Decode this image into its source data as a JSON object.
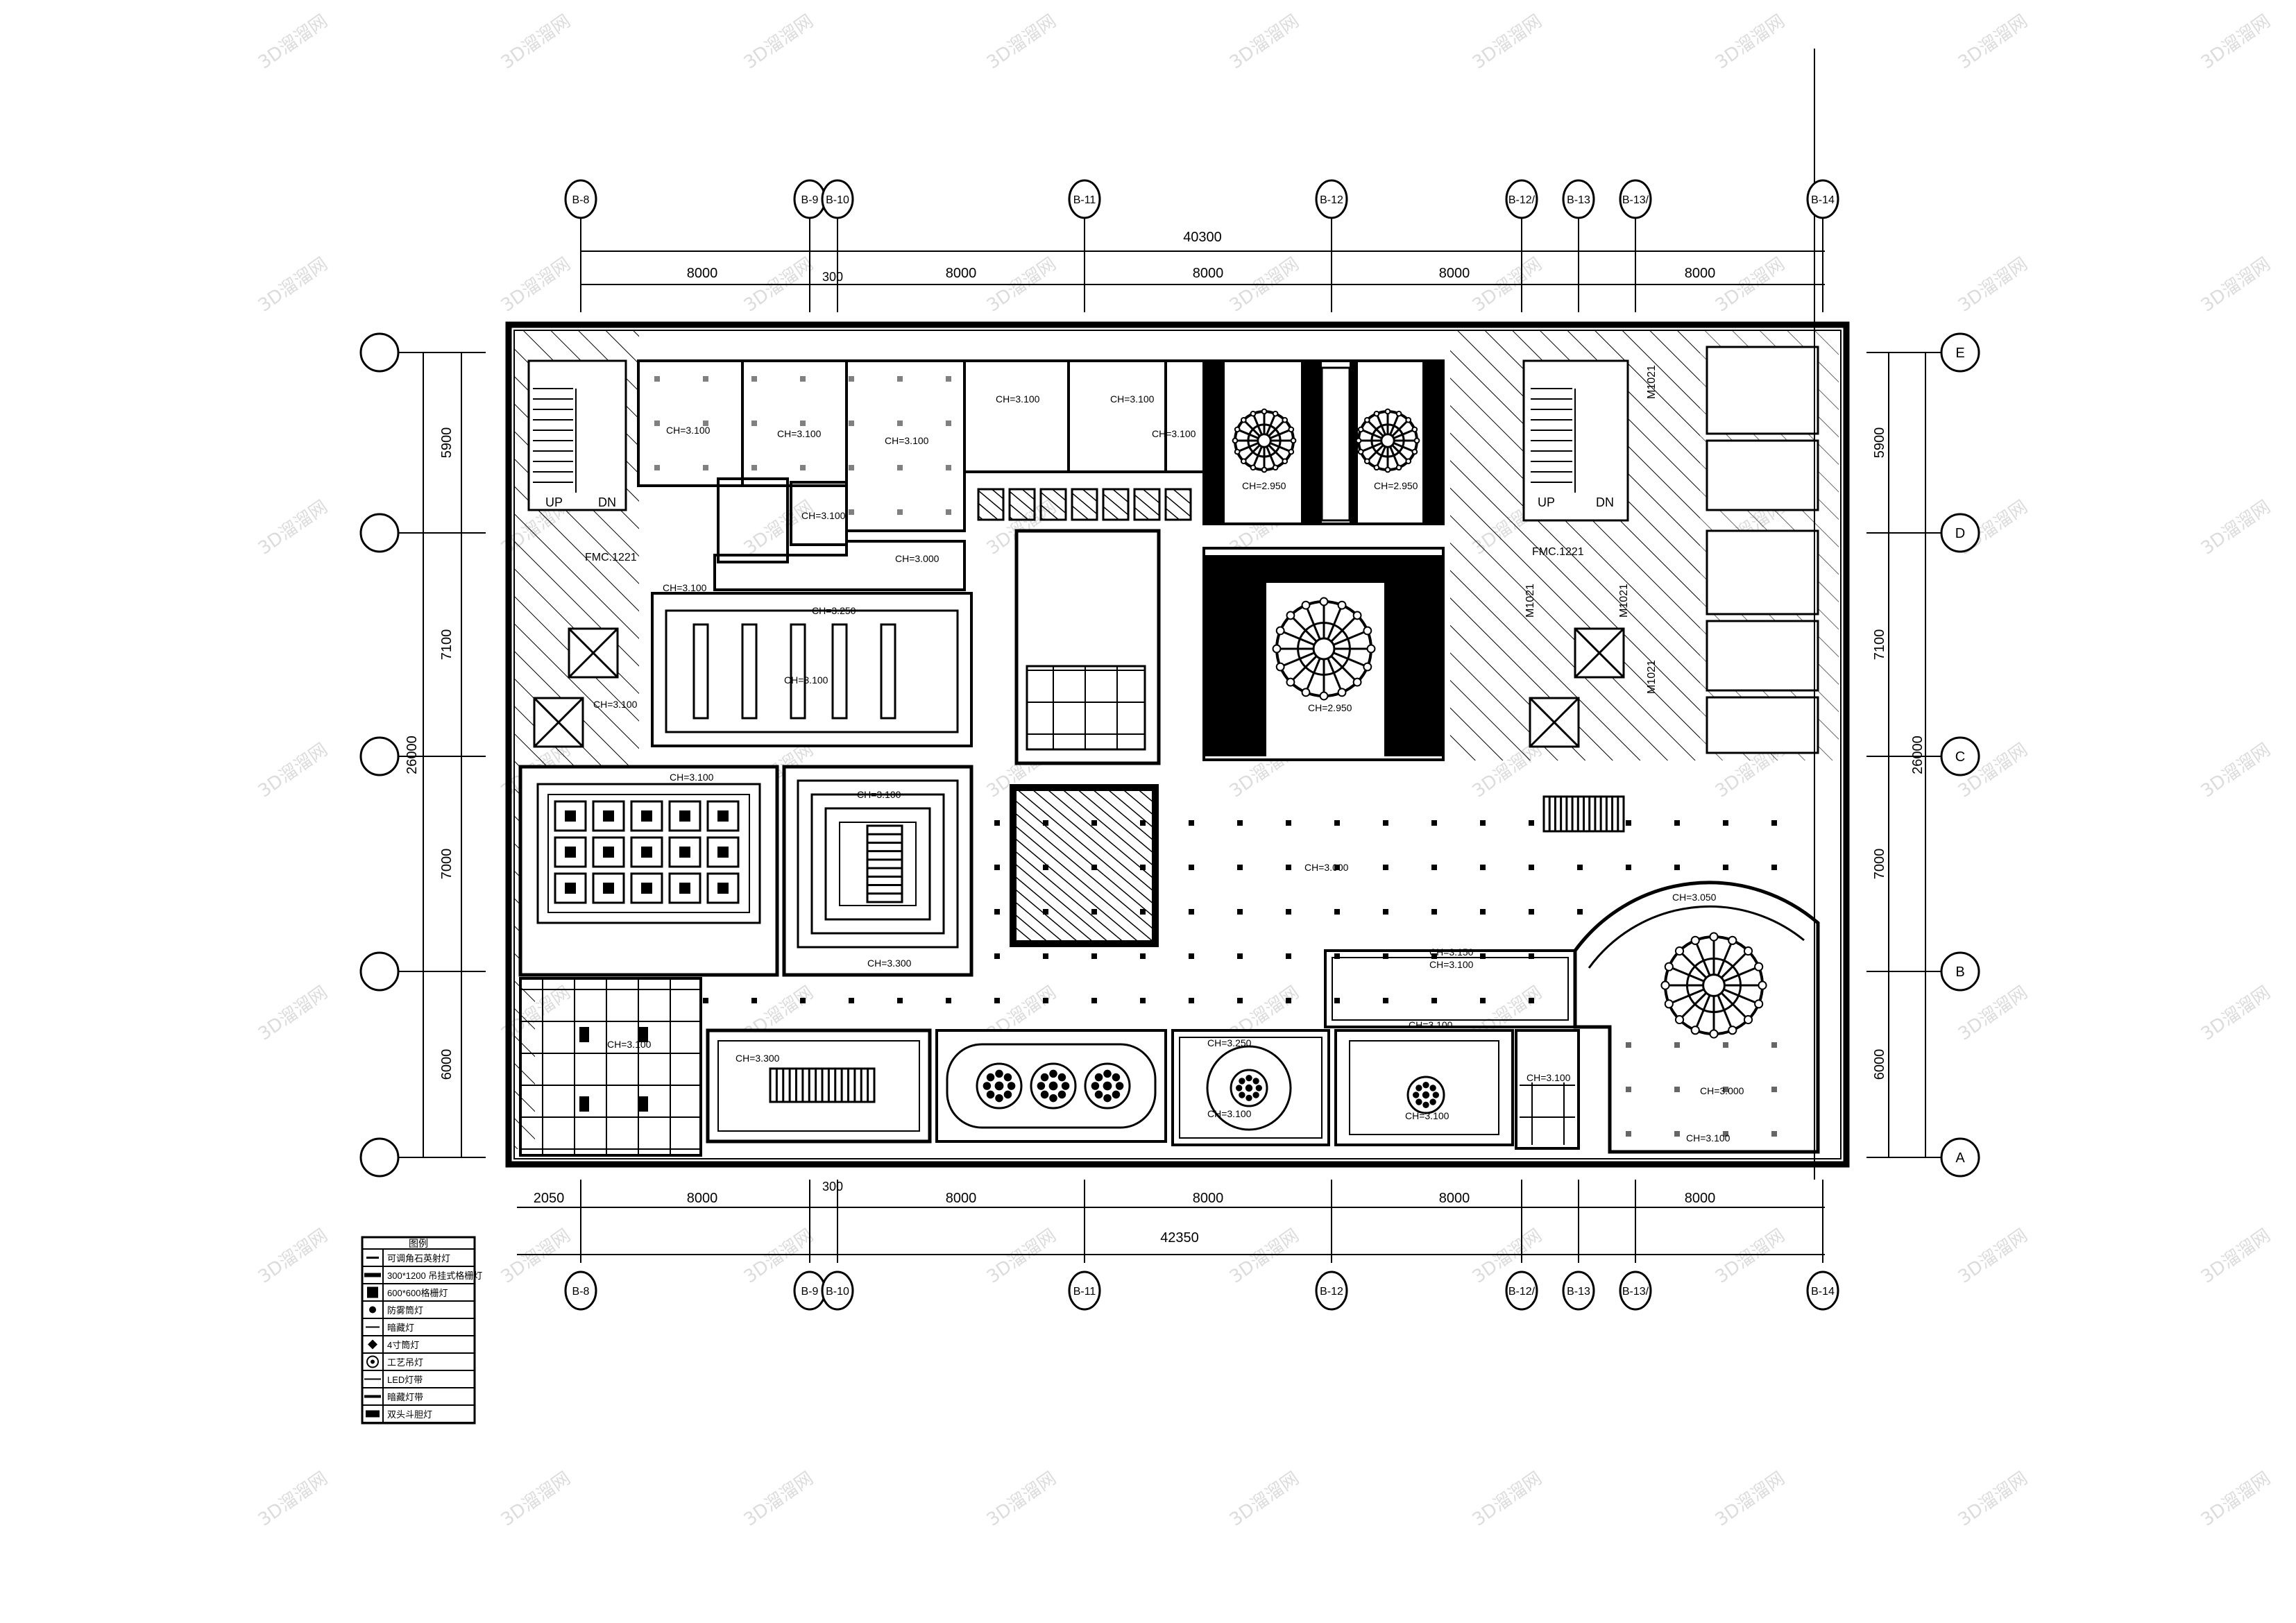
{
  "grid_top": [
    "B-8",
    "B-9",
    "B-10",
    "B-11",
    "B-12",
    "B-12/",
    "B-13",
    "B-13/",
    "B-14"
  ],
  "grid_bottom": [
    "B-8",
    "B-9",
    "B-10",
    "B-11",
    "B-12",
    "B-12/",
    "B-13",
    "B-13/",
    "B-14"
  ],
  "grid_left": [
    "",
    "",
    "",
    "",
    ""
  ],
  "grid_right": [
    "E",
    "D",
    "C",
    "B",
    "A"
  ],
  "dims": {
    "top_total": "40300",
    "top_spans": [
      "8000",
      "8000",
      "8000",
      "8000",
      "8000"
    ],
    "top_gap": "300",
    "bottom_total": "42350",
    "bottom_spans": [
      "2050",
      "8000",
      "8000",
      "8000",
      "8000",
      "8000"
    ],
    "bottom_gap": "300",
    "left_spans": [
      "5900",
      "7100",
      "7000",
      "6000"
    ],
    "left_total": "26000",
    "right_spans": [
      "5900",
      "7100",
      "7000",
      "6000"
    ],
    "right_total": "26000"
  },
  "ceiling_heights": {
    "r1": "CH=3.100",
    "r2": "CH=3.100",
    "r3": "CH=3.100",
    "r4": "CH=3.100",
    "r5": "CH=3.100",
    "r6": "CH=3.100",
    "r7": "CH=3.100",
    "r8": "CH=2.950",
    "r9": "CH=2.950",
    "r10": "CH=2.950",
    "r11": "CH=3.000",
    "r12": "CH=3.250",
    "r13": "CH=3.100",
    "r14": "CH=3.100",
    "r15": "CH=3.100",
    "r16": "CH=3.300",
    "r17": "CH=3.000",
    "r18": "CH=3.150",
    "r19": "CH=3.100",
    "r20": "CH=3.000",
    "r21": "CH=3.100",
    "r22": "CH=3.300",
    "r23": "CH=3.100",
    "r24": "CH=3.250",
    "r25": "CH=3.100",
    "r26": "CH=3.100",
    "r27": "CH=3.100",
    "r28": "CH=3.050",
    "r29": "CH=3.100",
    "r30": "CH=3.100",
    "r31": "CH=3.100"
  },
  "door_labels": [
    "FMC.1221",
    "FMC.1221",
    "M1021",
    "M1021",
    "M1021",
    "M1021"
  ],
  "stair_labels": [
    "UP",
    "DN",
    "UP",
    "DN"
  ],
  "legend": {
    "title": "图例",
    "items": [
      "可调角石英射灯",
      "300*1200 吊挂式格栅灯",
      "600*600格栅灯",
      "防雾筒灯",
      "暗藏灯",
      "4寸筒灯",
      "工艺吊灯",
      "LED灯带",
      "暗藏灯带",
      "双头斗胆灯"
    ]
  },
  "watermark": "3D溜溜网"
}
